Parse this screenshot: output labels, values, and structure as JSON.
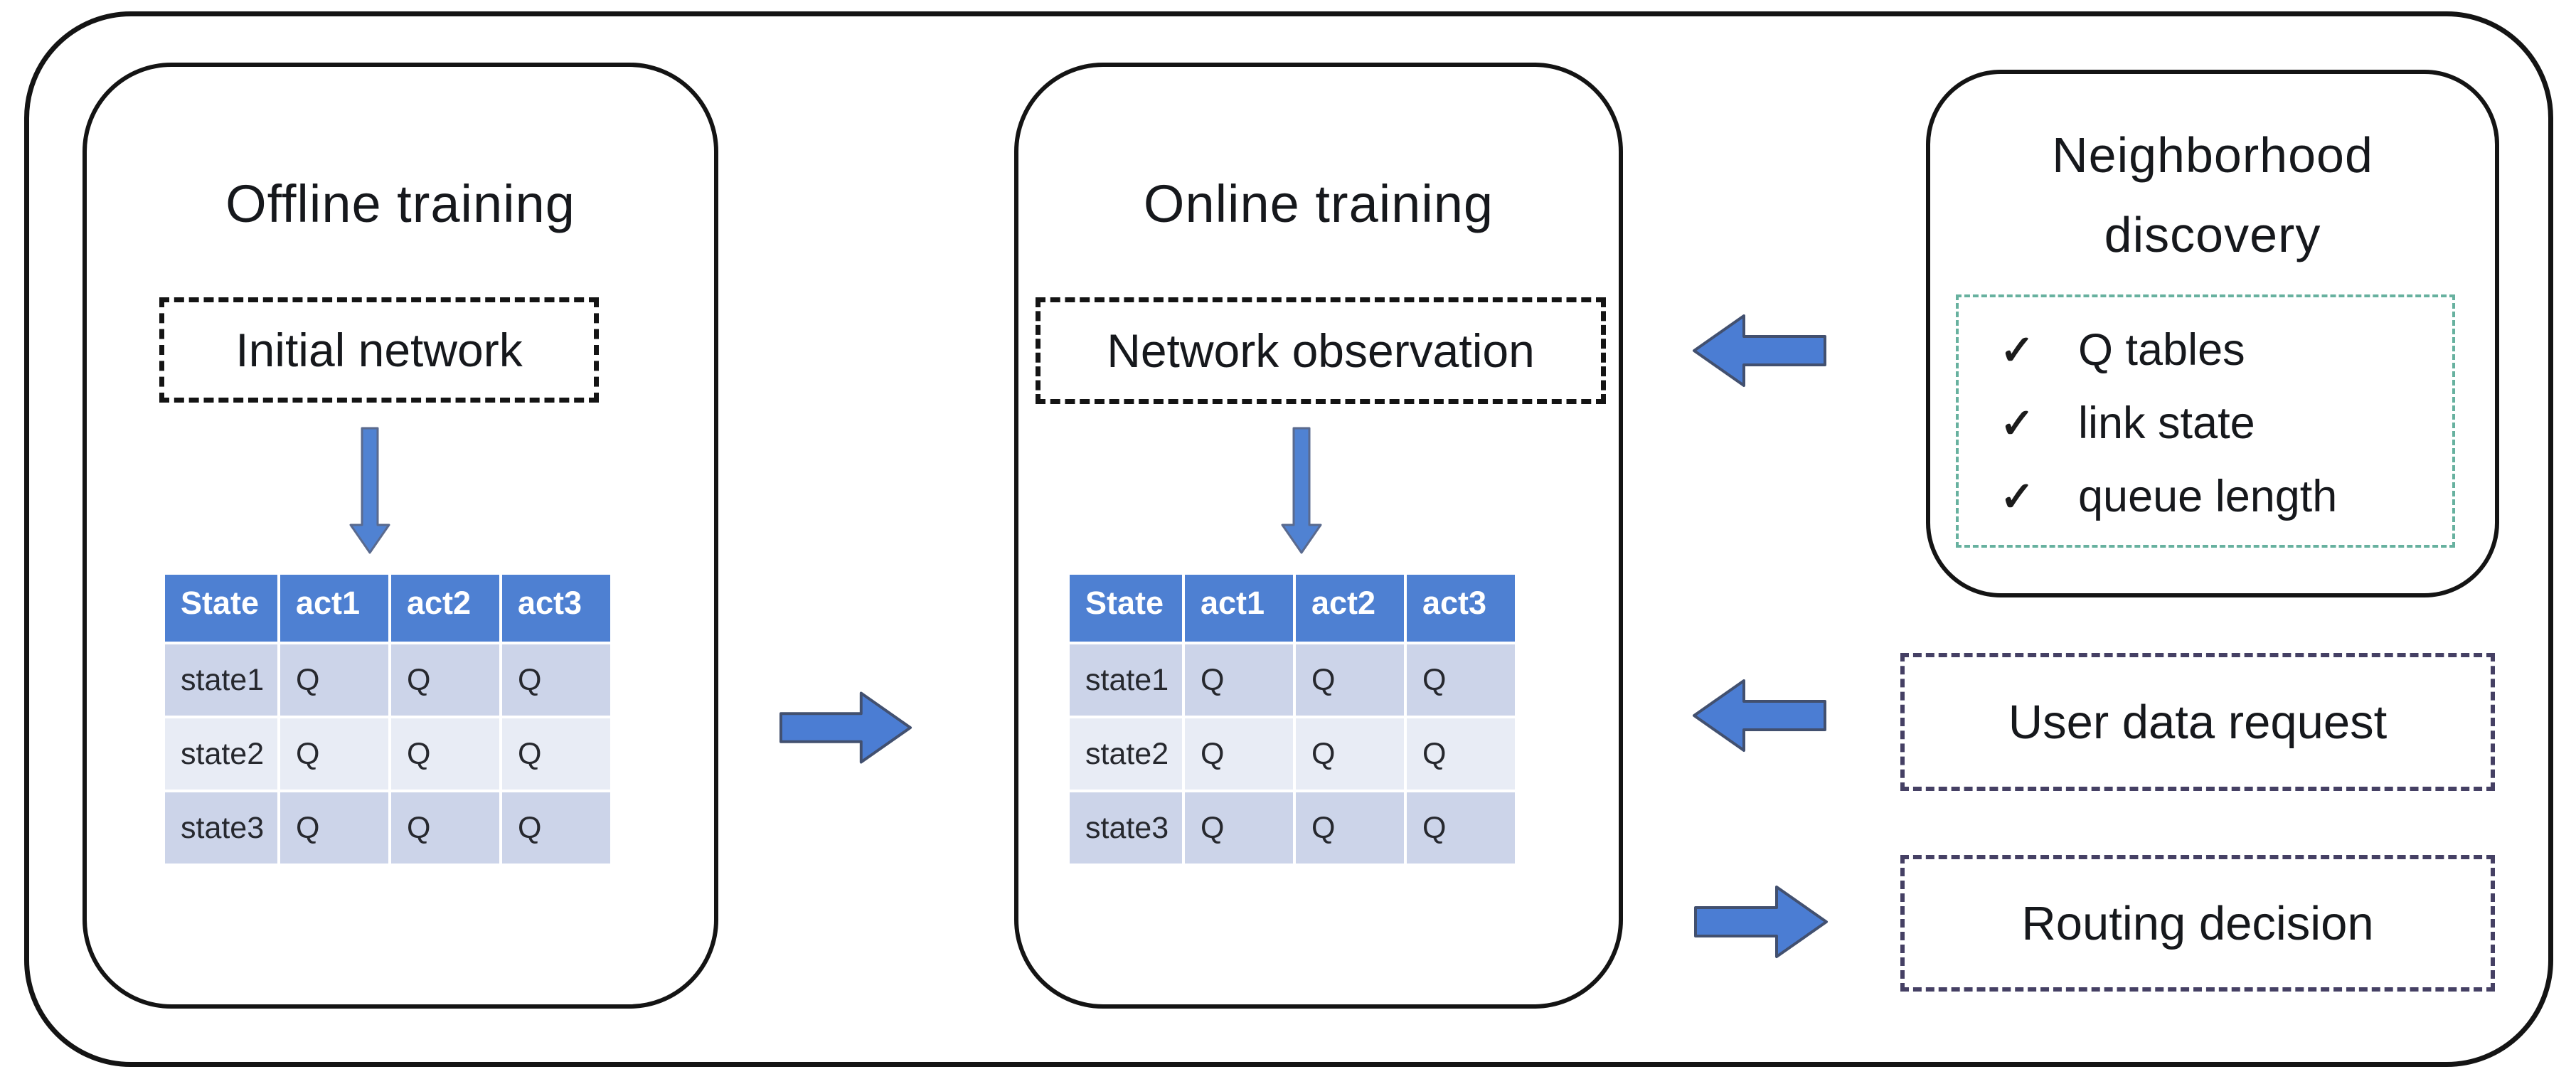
{
  "offline": {
    "title": "Offline training",
    "node_label": "Initial network"
  },
  "online": {
    "title": "Online training",
    "node_label": "Network observation"
  },
  "q_table": {
    "headers": [
      "State",
      "act1",
      "act2",
      "act3"
    ],
    "rows": [
      [
        "state1",
        "Q",
        "Q",
        "Q"
      ],
      [
        "state2",
        "Q",
        "Q",
        "Q"
      ],
      [
        "state3",
        "Q",
        "Q",
        "Q"
      ]
    ]
  },
  "neighborhood": {
    "title_line1": "Neighborhood",
    "title_line2": "discovery",
    "check_icon": "✓",
    "items": [
      "Q tables",
      "link state",
      "queue length"
    ]
  },
  "user_request": {
    "label": "User data request"
  },
  "routing": {
    "label": "Routing decision"
  },
  "colors": {
    "ink": "#141414",
    "table_header_bg": "#4e80d2",
    "table_header_text": "#ffffff",
    "row_shade_dark": "#ccd4e9",
    "row_shade_light": "#e8ecf5",
    "cell_text": "#26282e",
    "arrow_fill": "#4b7dd3",
    "arrow_stroke": "#42506f",
    "down_arrow_fill": "#5082d2",
    "down_arrow_stroke": "#5a6a8e",
    "teal_dash": "#67b19f",
    "purple_dash": "#454064"
  }
}
